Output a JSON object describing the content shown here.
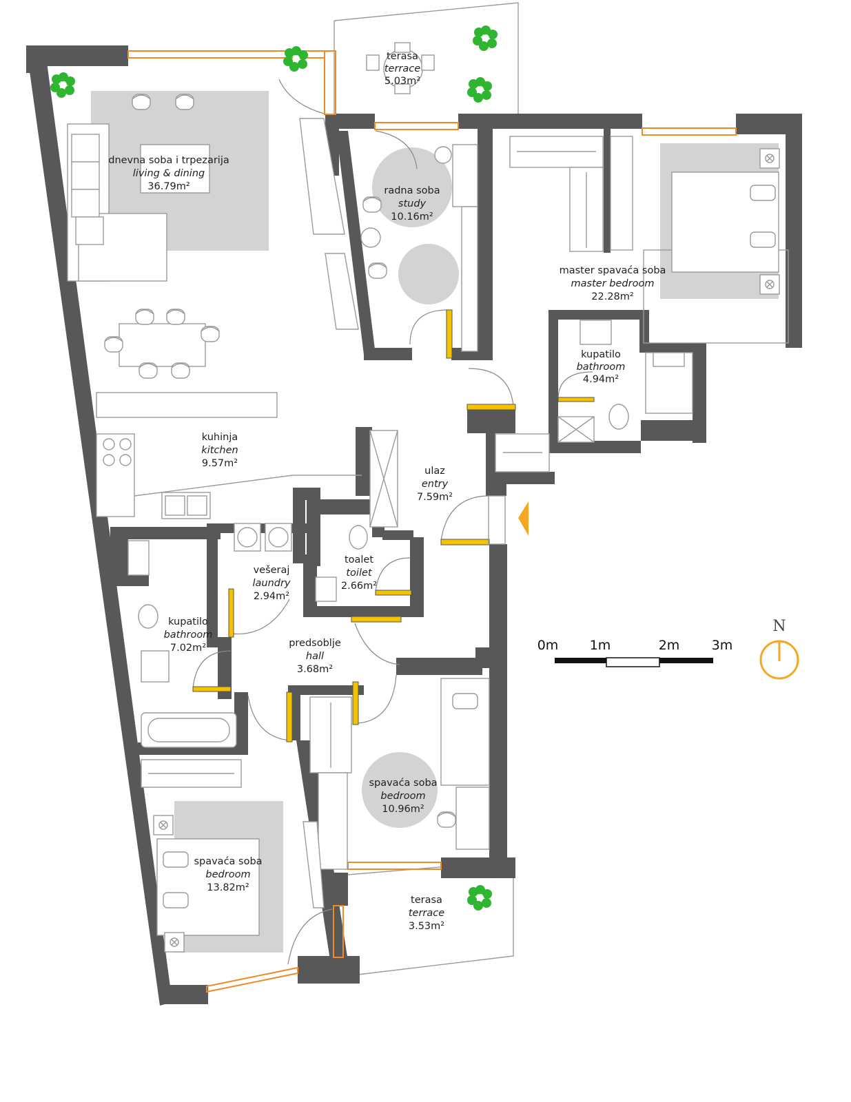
{
  "rooms": {
    "living": {
      "line1": "dnevna soba i trpezarija",
      "line2": "living & dining",
      "area": "36.79m²"
    },
    "terrace_north": {
      "line1": "terasa",
      "line2": "terrace",
      "area": "5.03m²"
    },
    "study": {
      "line1": "radna soba",
      "line2": "study",
      "area": "10.16m²"
    },
    "master_bedroom": {
      "line1": "master spavaća soba",
      "line2": "master bedroom",
      "area": "22.28m²"
    },
    "master_bath": {
      "line1": "kupatilo",
      "line2": "bathroom",
      "area": "4.94m²"
    },
    "kitchen": {
      "line1": "kuhinja",
      "line2": "kitchen",
      "area": "9.57m²"
    },
    "entry": {
      "line1": "ulaz",
      "line2": "entry",
      "area": "7.59m²"
    },
    "laundry": {
      "line1": "vešeraj",
      "line2": "laundry",
      "area": "2.94m²"
    },
    "toilet": {
      "line1": "toalet",
      "line2": "toilet",
      "area": "2.66m²"
    },
    "bathroom": {
      "line1": "kupatilo",
      "line2": "bathroom",
      "area": "7.02m²"
    },
    "hall": {
      "line1": "predsoblje",
      "line2": "hall",
      "area": "3.68m²"
    },
    "bedroom_east": {
      "line1": "spavaća soba",
      "line2": "bedroom",
      "area": "10.96m²"
    },
    "bedroom_west": {
      "line1": "spavaća soba",
      "line2": "bedroom",
      "area": "13.82m²"
    },
    "terrace_south": {
      "line1": "terasa",
      "line2": "terrace",
      "area": "3.53m²"
    }
  },
  "scale_bar": {
    "labels": [
      "0m",
      "1m",
      "2m",
      "3m"
    ]
  },
  "north": {
    "label": "N"
  },
  "colors": {
    "wall": "#58585a",
    "window": "#f08a24",
    "door": "#f5c200",
    "rug": "#d3d3d3",
    "plant": "#2fb52f",
    "compass": "#f5a623",
    "entry_marker": "#f5a623"
  }
}
